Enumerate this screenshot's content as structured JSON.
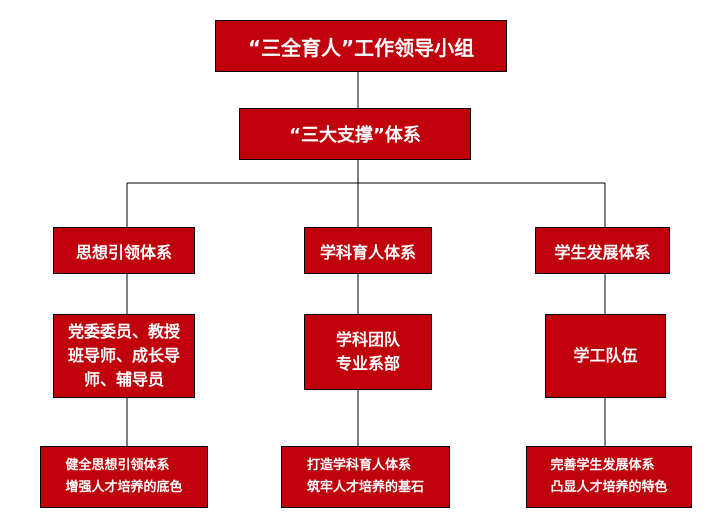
{
  "colors": {
    "box_fill": "#c0000b",
    "box_border": "#000000",
    "text": "#ffffff",
    "connector": "#000000"
  },
  "header": {
    "title": "“三全育人”工作领导小组",
    "subtitle": "“三大支撑”体系"
  },
  "branches": [
    {
      "category": "思想引领体系",
      "group": "党委委员、教授\n班导师、成长导\n师、辅导员",
      "goal": "健全思想引领体系\n增强人才培养的底色"
    },
    {
      "category": "学科育人体系",
      "group": "学科团队\n专业系部",
      "goal": "打造学科育人体系\n筑牢人才培养的基石"
    },
    {
      "category": "学生发展体系",
      "group": "学工队伍",
      "goal": "完善学生发展体系\n凸显人才培养的特色"
    }
  ]
}
